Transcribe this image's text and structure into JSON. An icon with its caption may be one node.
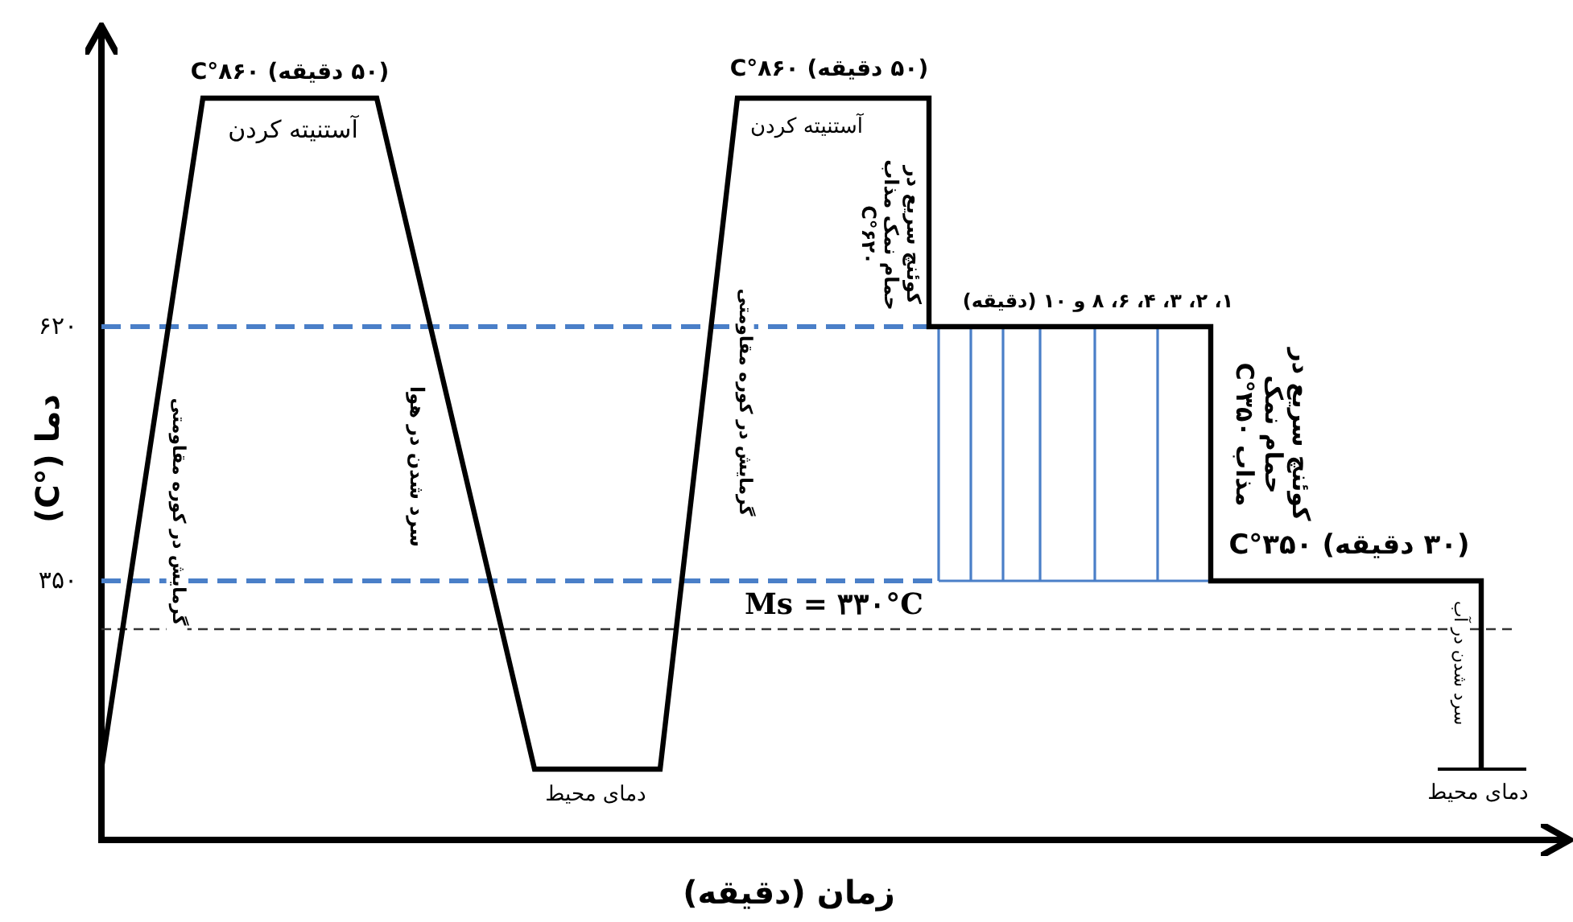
{
  "diagram": {
    "labels": [
      "(۵۰ دقیقه) ۸۶۰°C",
      "(۵۰ دقیقه) ۸۶۰°C",
      "آستنیته کردن",
      "آستنیته کردن",
      "کوئنچ سریع در حمام نمک مذاب ۶۲۰°C",
      "۱، ۲، ۳، ۴، ۶، ۸ و ۱۰ (دقیقه)",
      "۶۲۰",
      "دما (°C)",
      "گرمایش در کوره مقاومتی",
      "سرد شدن در هوا",
      "گرمایش در کوره مقاومتی",
      "کوئنچ سریع در حمام نمک مذاب ۳۵۰°C",
      "(۳۰ دقیقه) ۳۵۰°C",
      "۳۵۰",
      "Ms = ۳۳۰°C",
      "سرد شدن در آب",
      "دمای محیط",
      "دمای محیط",
      "زمان (دقیقه)"
    ]
  }
}
